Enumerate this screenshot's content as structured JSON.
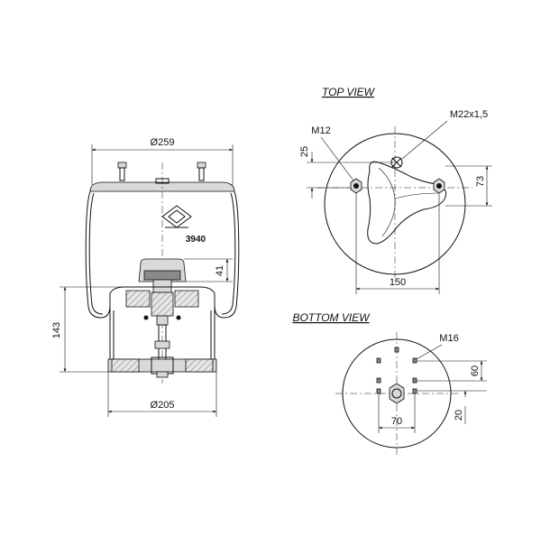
{
  "side_view": {
    "diameter_top": "Ø259",
    "diameter_bottom": "Ø205",
    "height_label": "143",
    "piston_offset": "41",
    "part_number": "3940"
  },
  "top_view": {
    "title": "TOP VIEW",
    "bolt_label": "M12",
    "air_fitting_label": "M22x1,5",
    "dim_left": "25",
    "dim_right": "73",
    "dim_bottom": "150"
  },
  "bottom_view": {
    "title": "BOTTOM VIEW",
    "bolt_label": "M16",
    "dim_right_upper": "60",
    "dim_right_lower": "20",
    "dim_bottom": "70"
  }
}
